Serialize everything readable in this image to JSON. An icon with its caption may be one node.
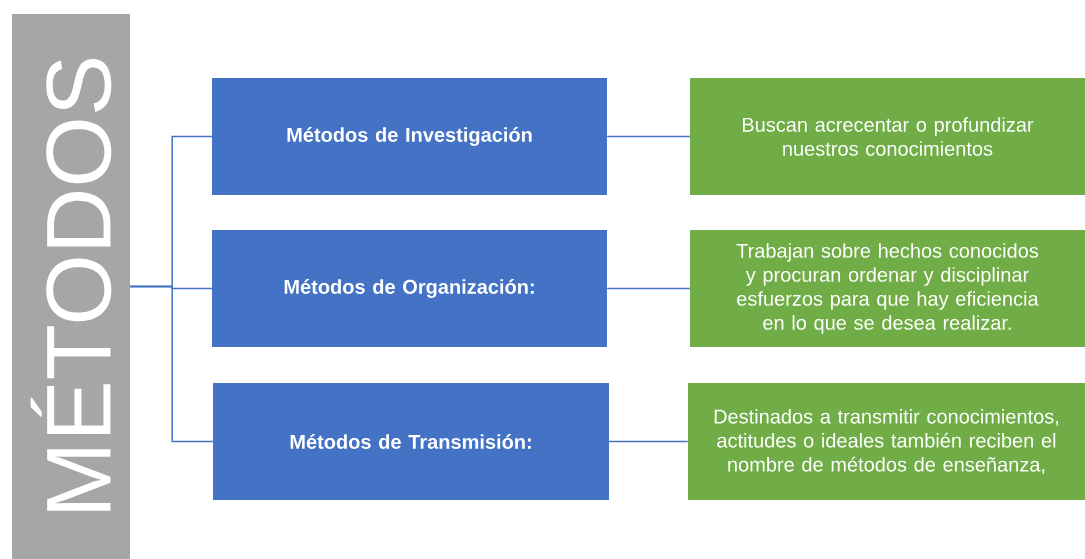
{
  "diagram": {
    "nodes": [
      {
        "text": [
          "MÉTODOS"
        ]
      },
      {
        "text": [
          "Métodos de Investigación"
        ]
      },
      {
        "text": [
          "Métodos de Organización:"
        ]
      },
      {
        "text": [
          "Métodos de Transmisión:"
        ]
      },
      {
        "text": [
          "Buscan acrecentar o profundizar nuestros conocimientos"
        ]
      },
      {
        "text": [
          "Trabajan sobre hechos conocidos y procuran ordenar y disciplinar esfuerzos para que hay eficiencia en lo que se desea realizar."
        ]
      },
      {
        "text": [
          "Destinados a transmitir conocimientos, actitudes o ideales también reciben el nombre de métodos de enseñanza,"
        ]
      }
    ],
    "edges": [
      {
        "from": 0,
        "to": 1,
        "arrow": "none"
      },
      {
        "from": 0,
        "to": 2,
        "arrow": "none"
      },
      {
        "from": 0,
        "to": 3,
        "arrow": "none"
      },
      {
        "from": 1,
        "to": 4,
        "arrow": "none"
      },
      {
        "from": 2,
        "to": 5,
        "arrow": "none"
      },
      {
        "from": 3,
        "to": 6,
        "arrow": "none"
      }
    ]
  }
}
